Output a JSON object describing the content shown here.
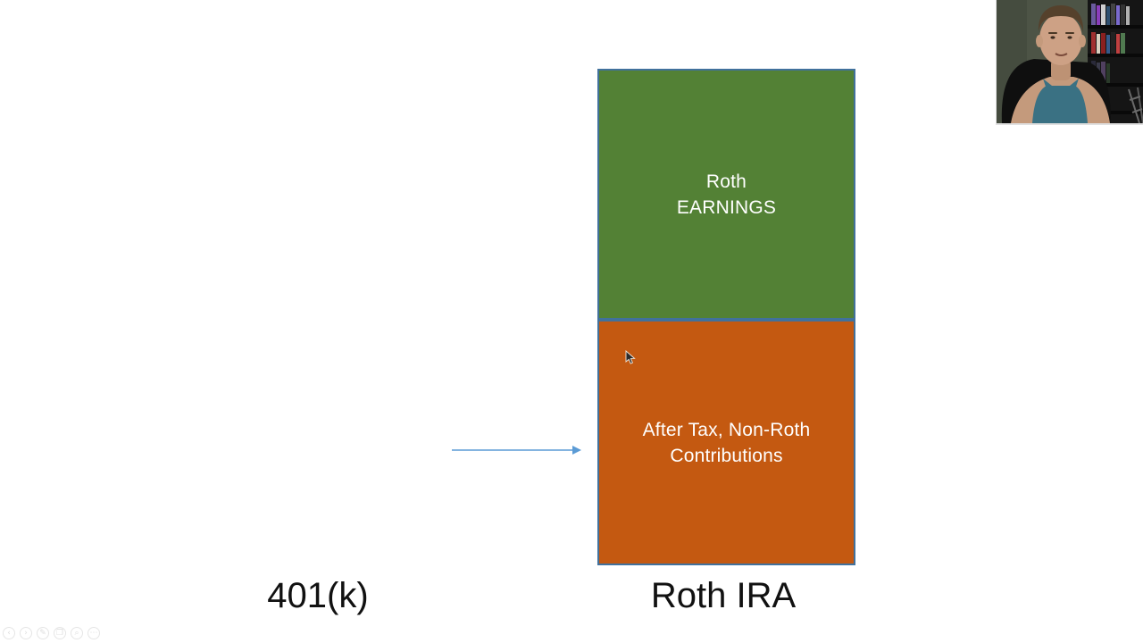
{
  "slide": {
    "background": "#ffffff",
    "boxes": [
      {
        "id": "roth-earnings",
        "lines": [
          "Roth",
          "EARNINGS"
        ],
        "fill": "#538135",
        "border": "#41719C",
        "text_color": "#ffffff"
      },
      {
        "id": "after-tax-non-roth-contributions",
        "lines": [
          "After Tax, Non-Roth",
          "Contributions"
        ],
        "fill": "#C45911",
        "border": "#41719C",
        "text_color": "#ffffff"
      }
    ],
    "column_labels": [
      {
        "id": "left-column",
        "text": "401(k)"
      },
      {
        "id": "right-column",
        "text": "Roth IRA"
      }
    ],
    "arrow": {
      "color": "#5B9BD5",
      "direction": "right"
    }
  },
  "webcam": {
    "content": "presenter-video-feed"
  },
  "controls": {
    "items": [
      {
        "name": "previous-slide",
        "glyph": "‹"
      },
      {
        "name": "next-slide",
        "glyph": "›"
      },
      {
        "name": "pen-tools",
        "glyph": "✎"
      },
      {
        "name": "see-all-slides",
        "glyph": "❐"
      },
      {
        "name": "zoom-slide",
        "glyph": "⌕"
      },
      {
        "name": "more-options",
        "glyph": "⋯"
      }
    ]
  }
}
